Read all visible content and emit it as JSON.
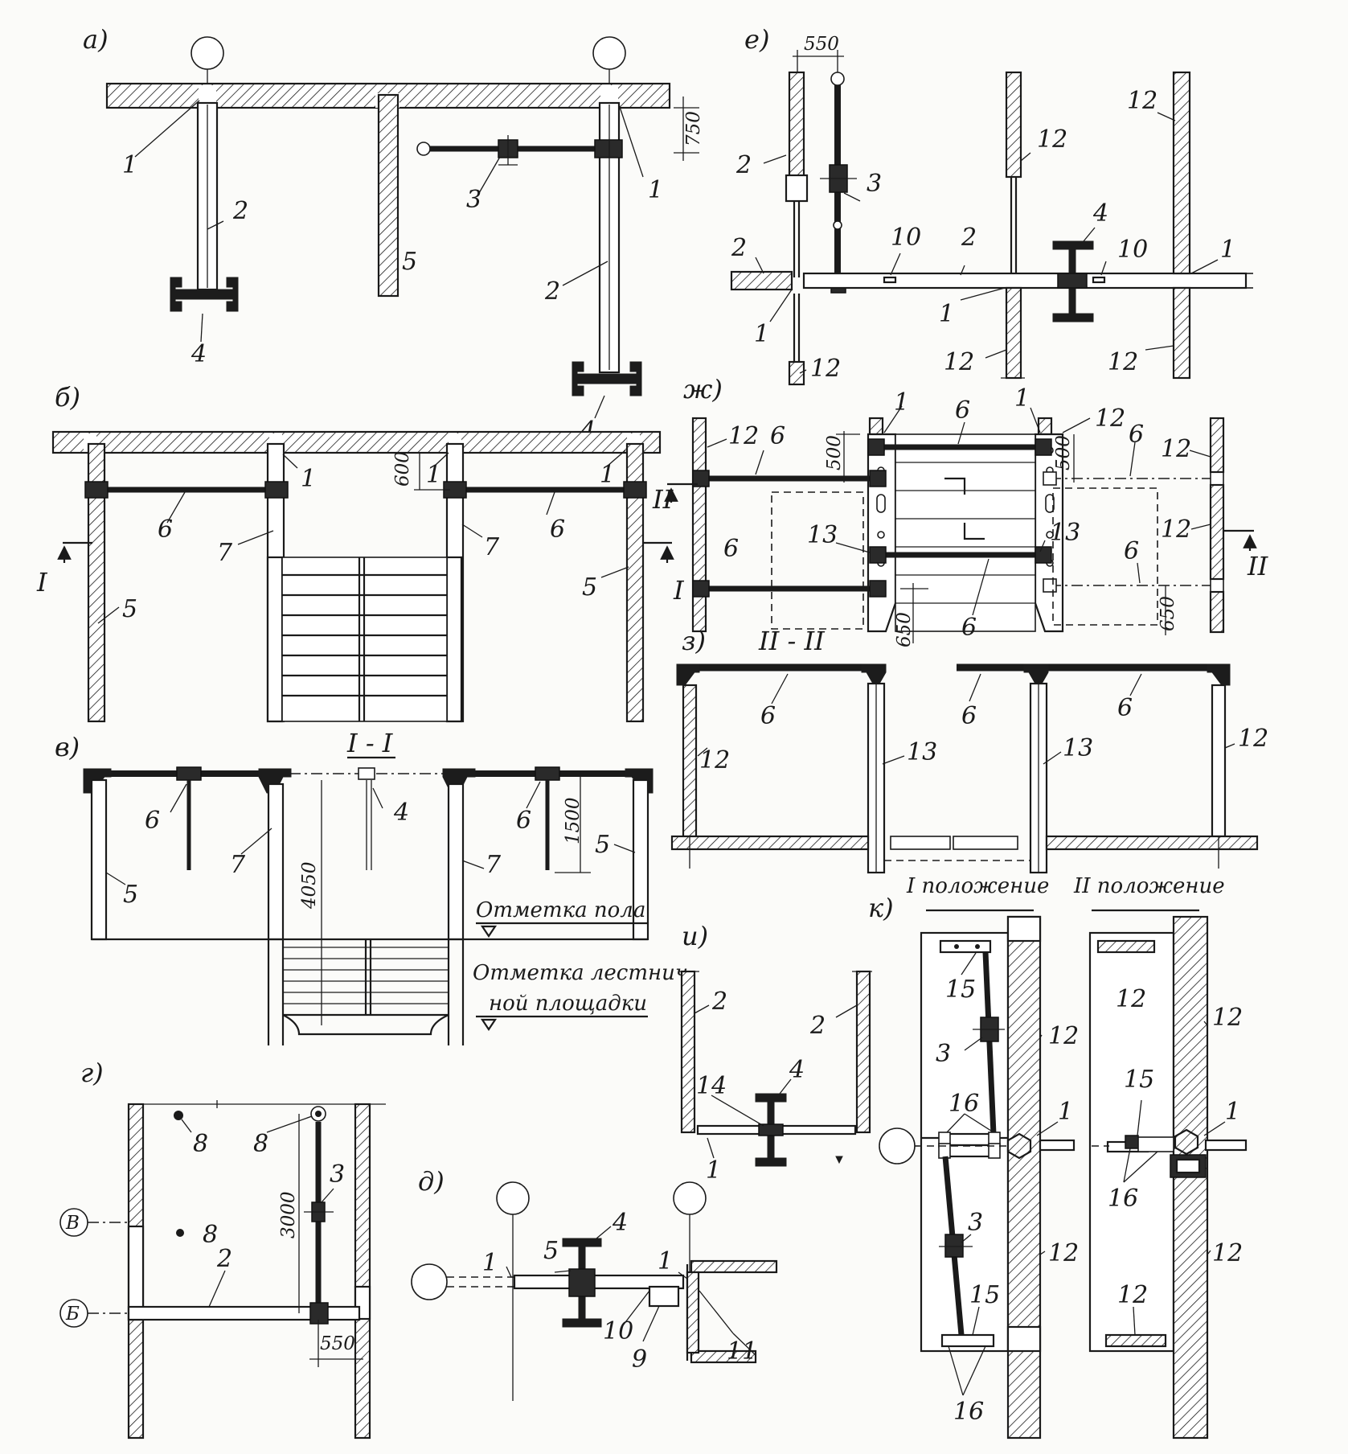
{
  "panel_labels": [
    "а)",
    "б)",
    "в)",
    "г)",
    "д)",
    "е)",
    "ж)",
    "з)",
    "и)",
    "к)"
  ],
  "dimensions": {
    "d750": "750",
    "d550_top": "550",
    "d600": "600",
    "d500_left": "500",
    "d500_right": "500",
    "d650_left": "650",
    "d650_right": "650",
    "d1500": "1500",
    "d4050": "4050",
    "d3000": "3000",
    "d550_bottom": "550"
  },
  "section_marks": {
    "I": "I",
    "II": "II",
    "sec_I_I": "I - I",
    "sec_II_II": "II - II"
  },
  "notes": {
    "floor_level": "Отметка пола",
    "stair_line1": "Отметка лестнич-",
    "stair_line2": "ной площадки",
    "position_1": "I положение",
    "position_2": "II положение"
  },
  "axes": {
    "v": "В",
    "b": "Б"
  },
  "callouts": [
    "1",
    "2",
    "3",
    "4",
    "5",
    "6",
    "7",
    "8",
    "9",
    "10",
    "11",
    "12",
    "13",
    "14",
    "15",
    "16"
  ],
  "colors": {
    "ink": "#1a1a1a",
    "paper": "#fbfbf9"
  }
}
